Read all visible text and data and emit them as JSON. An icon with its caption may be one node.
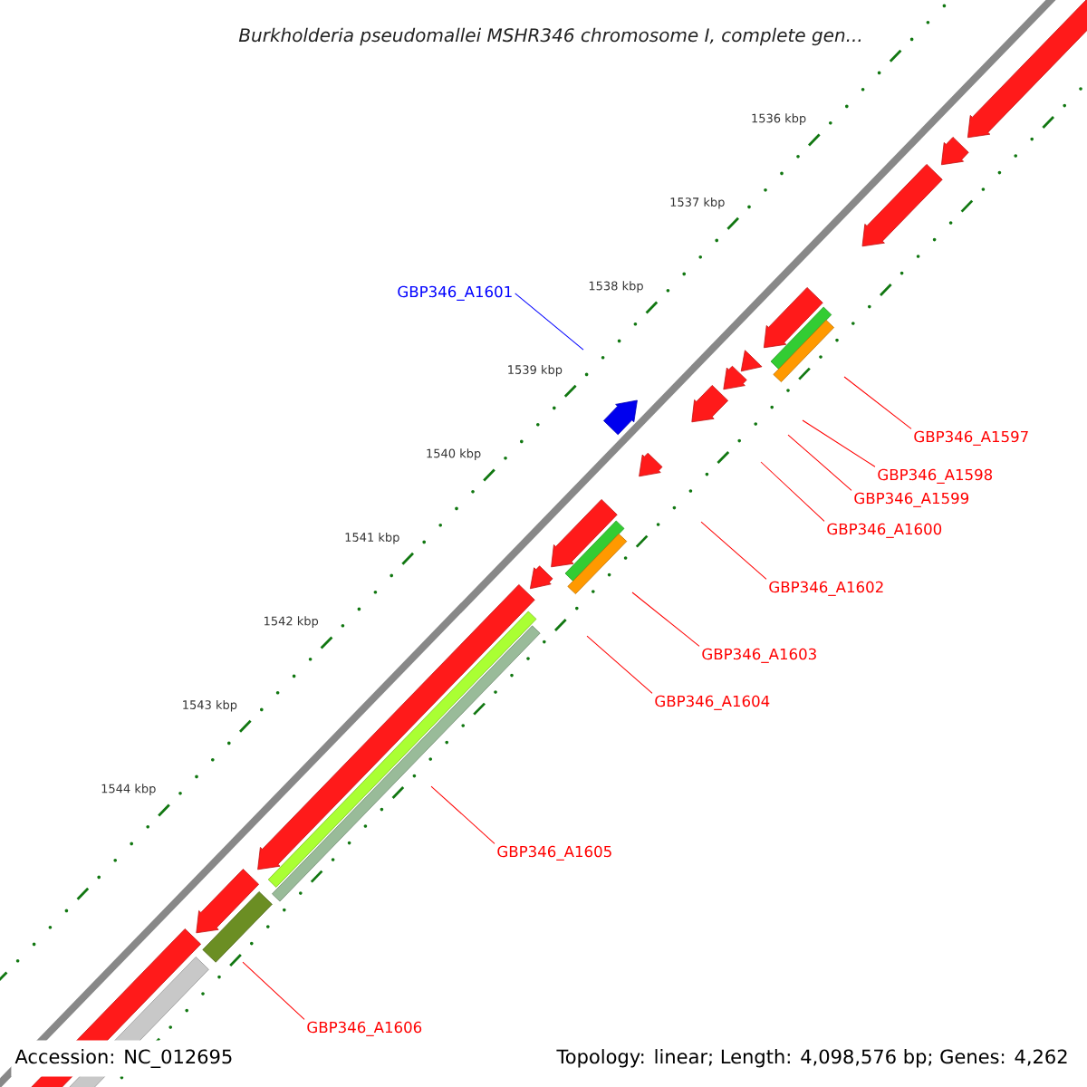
{
  "diagram": {
    "title": "Burkholderia pseudomallei MSHR346 chromosome I, complete gen...",
    "nodes": [
      {
        "text": [
          "GBP346_A1601"
        ]
      },
      {
        "text": [
          "GBP346_A1597"
        ]
      },
      {
        "text": [
          "GBP346_A1598"
        ]
      },
      {
        "text": [
          "GBP346_A1599"
        ]
      },
      {
        "text": [
          "GBP346_A1600"
        ]
      },
      {
        "text": [
          "GBP346_A1602"
        ]
      },
      {
        "text": [
          "GBP346_A1603"
        ]
      },
      {
        "text": [
          "GBP346_A1604"
        ]
      },
      {
        "text": [
          "GBP346_A1605"
        ]
      },
      {
        "text": [
          "GBP346_A1606"
        ]
      }
    ],
    "edges": [
      {
        "from": 0,
        "to": null,
        "arrow": "none",
        "color": "#0000ff"
      },
      {
        "from": 1,
        "to": null,
        "arrow": "none"
      },
      {
        "from": 2,
        "to": null,
        "arrow": "none"
      },
      {
        "from": 3,
        "to": null,
        "arrow": "none"
      },
      {
        "from": 4,
        "to": null,
        "arrow": "none"
      },
      {
        "from": 5,
        "to": null,
        "arrow": "none"
      },
      {
        "from": 6,
        "to": null,
        "arrow": "none"
      },
      {
        "from": 7,
        "to": null,
        "arrow": "none"
      },
      {
        "from": 8,
        "to": null,
        "arrow": "none"
      },
      {
        "from": 9,
        "to": null,
        "arrow": "none"
      }
    ],
    "labels": [
      "1536 kbp",
      "1537 kbp",
      "1538 kbp",
      "1539 kbp",
      "1540 kbp",
      "1541 kbp",
      "1542 kbp",
      "1543 kbp",
      "1544 kbp",
      "Accession: NC_012695",
      "Topology: linear; Length: 4,098,576 bp; Genes: 4,262"
    ]
  }
}
